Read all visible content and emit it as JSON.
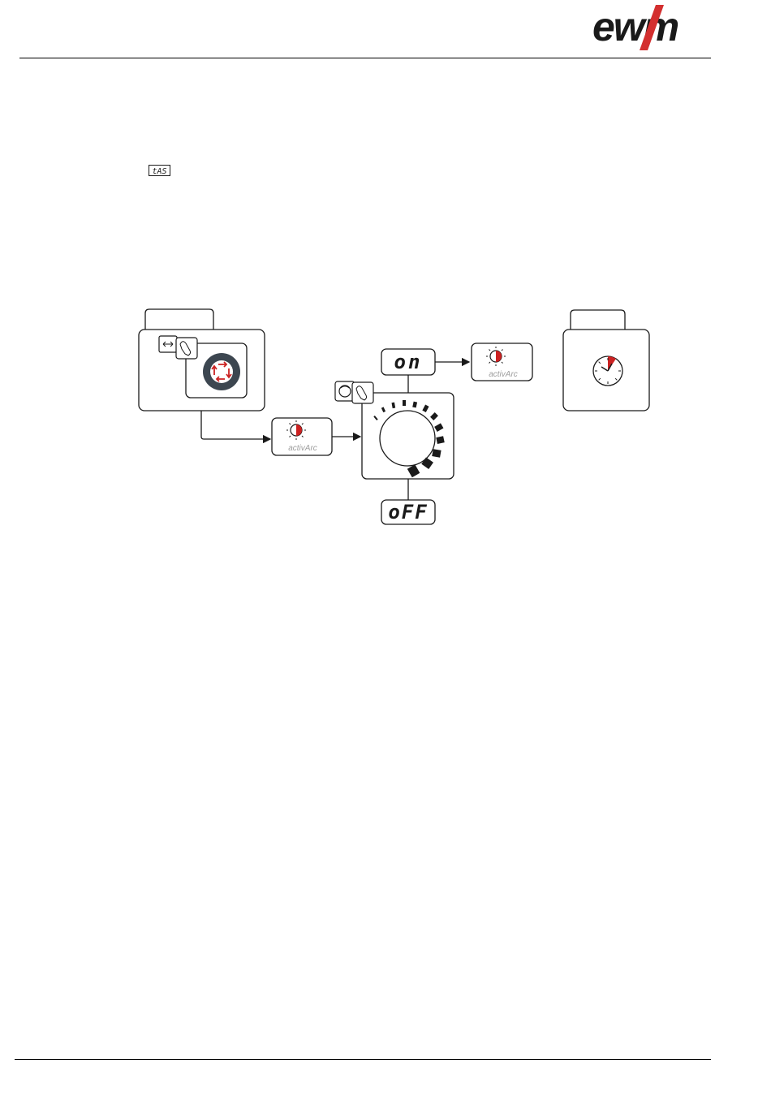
{
  "header": {
    "logo_text": "ewm",
    "colors": {
      "logo": "#1a1a1a",
      "logo_slash": "#d32f2f"
    }
  },
  "inline_display": {
    "text": "tAS",
    "icon": "seven-segment-display-icon"
  },
  "diagram": {
    "displays": {
      "on": "on",
      "off": "oFF"
    },
    "activarc_label": "activArc",
    "icons": [
      "program-select-button-icon",
      "rotary-encoder-icon",
      "activarc-icon",
      "push-turn-knob-icon",
      "clock-icon"
    ],
    "colors": {
      "accent": "#cc2222",
      "dark_ring": "#3c4650",
      "stroke": "#1a1a1a",
      "label_gray": "#9e9e9e"
    }
  }
}
